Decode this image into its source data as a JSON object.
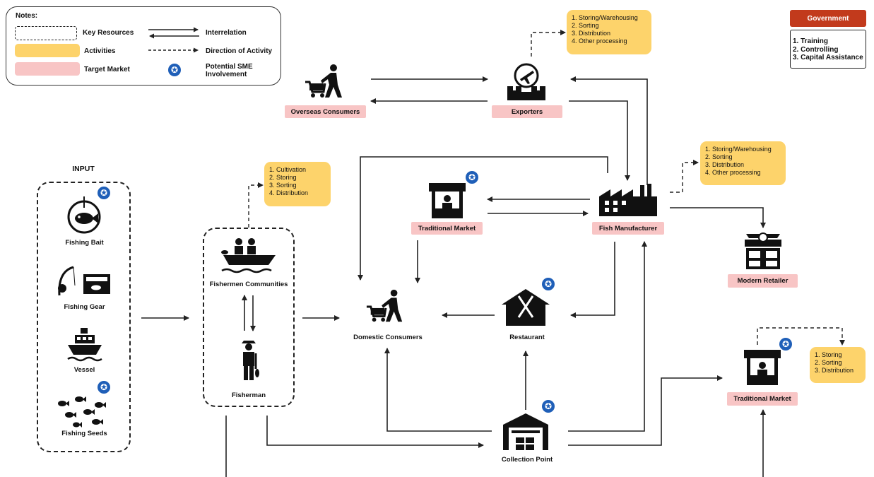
{
  "notes": {
    "title": "Notes:",
    "key_resources": "Key Resources",
    "interrelation": "Interrelation",
    "activities": "Activities",
    "direction": "Direction of Activity",
    "target_market": "Target Market",
    "sme_line1": "Potential SME",
    "sme_line2": "Involvement"
  },
  "colors": {
    "activity": "#fdd36b",
    "target_market": "#f8c5c5",
    "government": "#c23a1c",
    "sme_star": "#1f5fb8",
    "line": "#222222"
  },
  "government": {
    "title": "Government",
    "items": [
      "1. Training",
      "2. Controlling",
      "3. Capital Assistance"
    ]
  },
  "input": {
    "title": "INPUT",
    "items": [
      "Fishing Bait",
      "Fishing Gear",
      "Vessel",
      "Fishing Seeds"
    ]
  },
  "nodes": {
    "fishermen_communities": "Fishermen Communities",
    "fisherman": "Fisherman",
    "overseas_consumers": "Overseas Consumers",
    "exporters": "Exporters",
    "traditional_market_center": "Traditional Market",
    "fish_manufacturer": "Fish Manufacturer",
    "domestic_consumers": "Domestic Consumers",
    "restaurant": "Restaurant",
    "collection_point": "Collection Point",
    "modern_retailer": "Modern Retailer",
    "traditional_market_right": "Traditional Market"
  },
  "activities": {
    "exporters": [
      "1. Storing/Warehousing",
      "2. Sorting",
      "3. Distribution",
      "4. Other processing"
    ],
    "fishermen": [
      "1. Cultivation",
      "2. Storing",
      "3. Sorting",
      "4. Distribution"
    ],
    "manufacturer": [
      "1. Storing/Warehousing",
      "2. Sorting",
      "3. Distribution",
      "4. Other processing"
    ],
    "traditional_market_right": [
      "1. Storing",
      "2. Sorting",
      "3. Distribution"
    ]
  },
  "icons": {
    "overseas_consumers": "shopping-cart-person-icon",
    "exporters": "airplane-boxes-icon",
    "traditional_market": "market-stall-icon",
    "fish_manufacturer": "factory-icon",
    "domestic_consumers": "shopping-cart-person-icon",
    "restaurant": "restaurant-icon",
    "collection_point": "warehouse-icon",
    "modern_retailer": "store-icon",
    "fishermen_communities": "fishing-boat-icon",
    "fisherman": "fisherman-icon",
    "fishing_bait": "fish-bait-icon",
    "fishing_gear": "fishing-gear-icon",
    "vessel": "ship-icon",
    "fishing_seeds": "fish-seeds-icon",
    "sme": "star-badge-icon"
  }
}
